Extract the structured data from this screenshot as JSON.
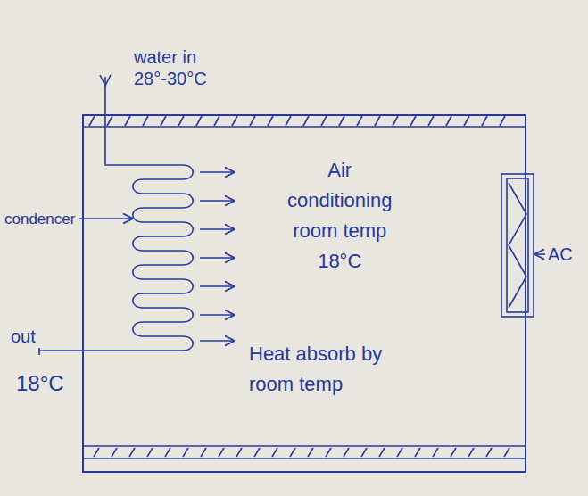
{
  "diagram": {
    "nodes": [
      {
        "text": [
          "Air conditioning room temp 18°C",
          "Heat absorb by room temp"
        ]
      }
    ],
    "labels": [
      "water in 28°-30°C",
      "condencer",
      "out",
      "18°C",
      "AC"
    ]
  }
}
